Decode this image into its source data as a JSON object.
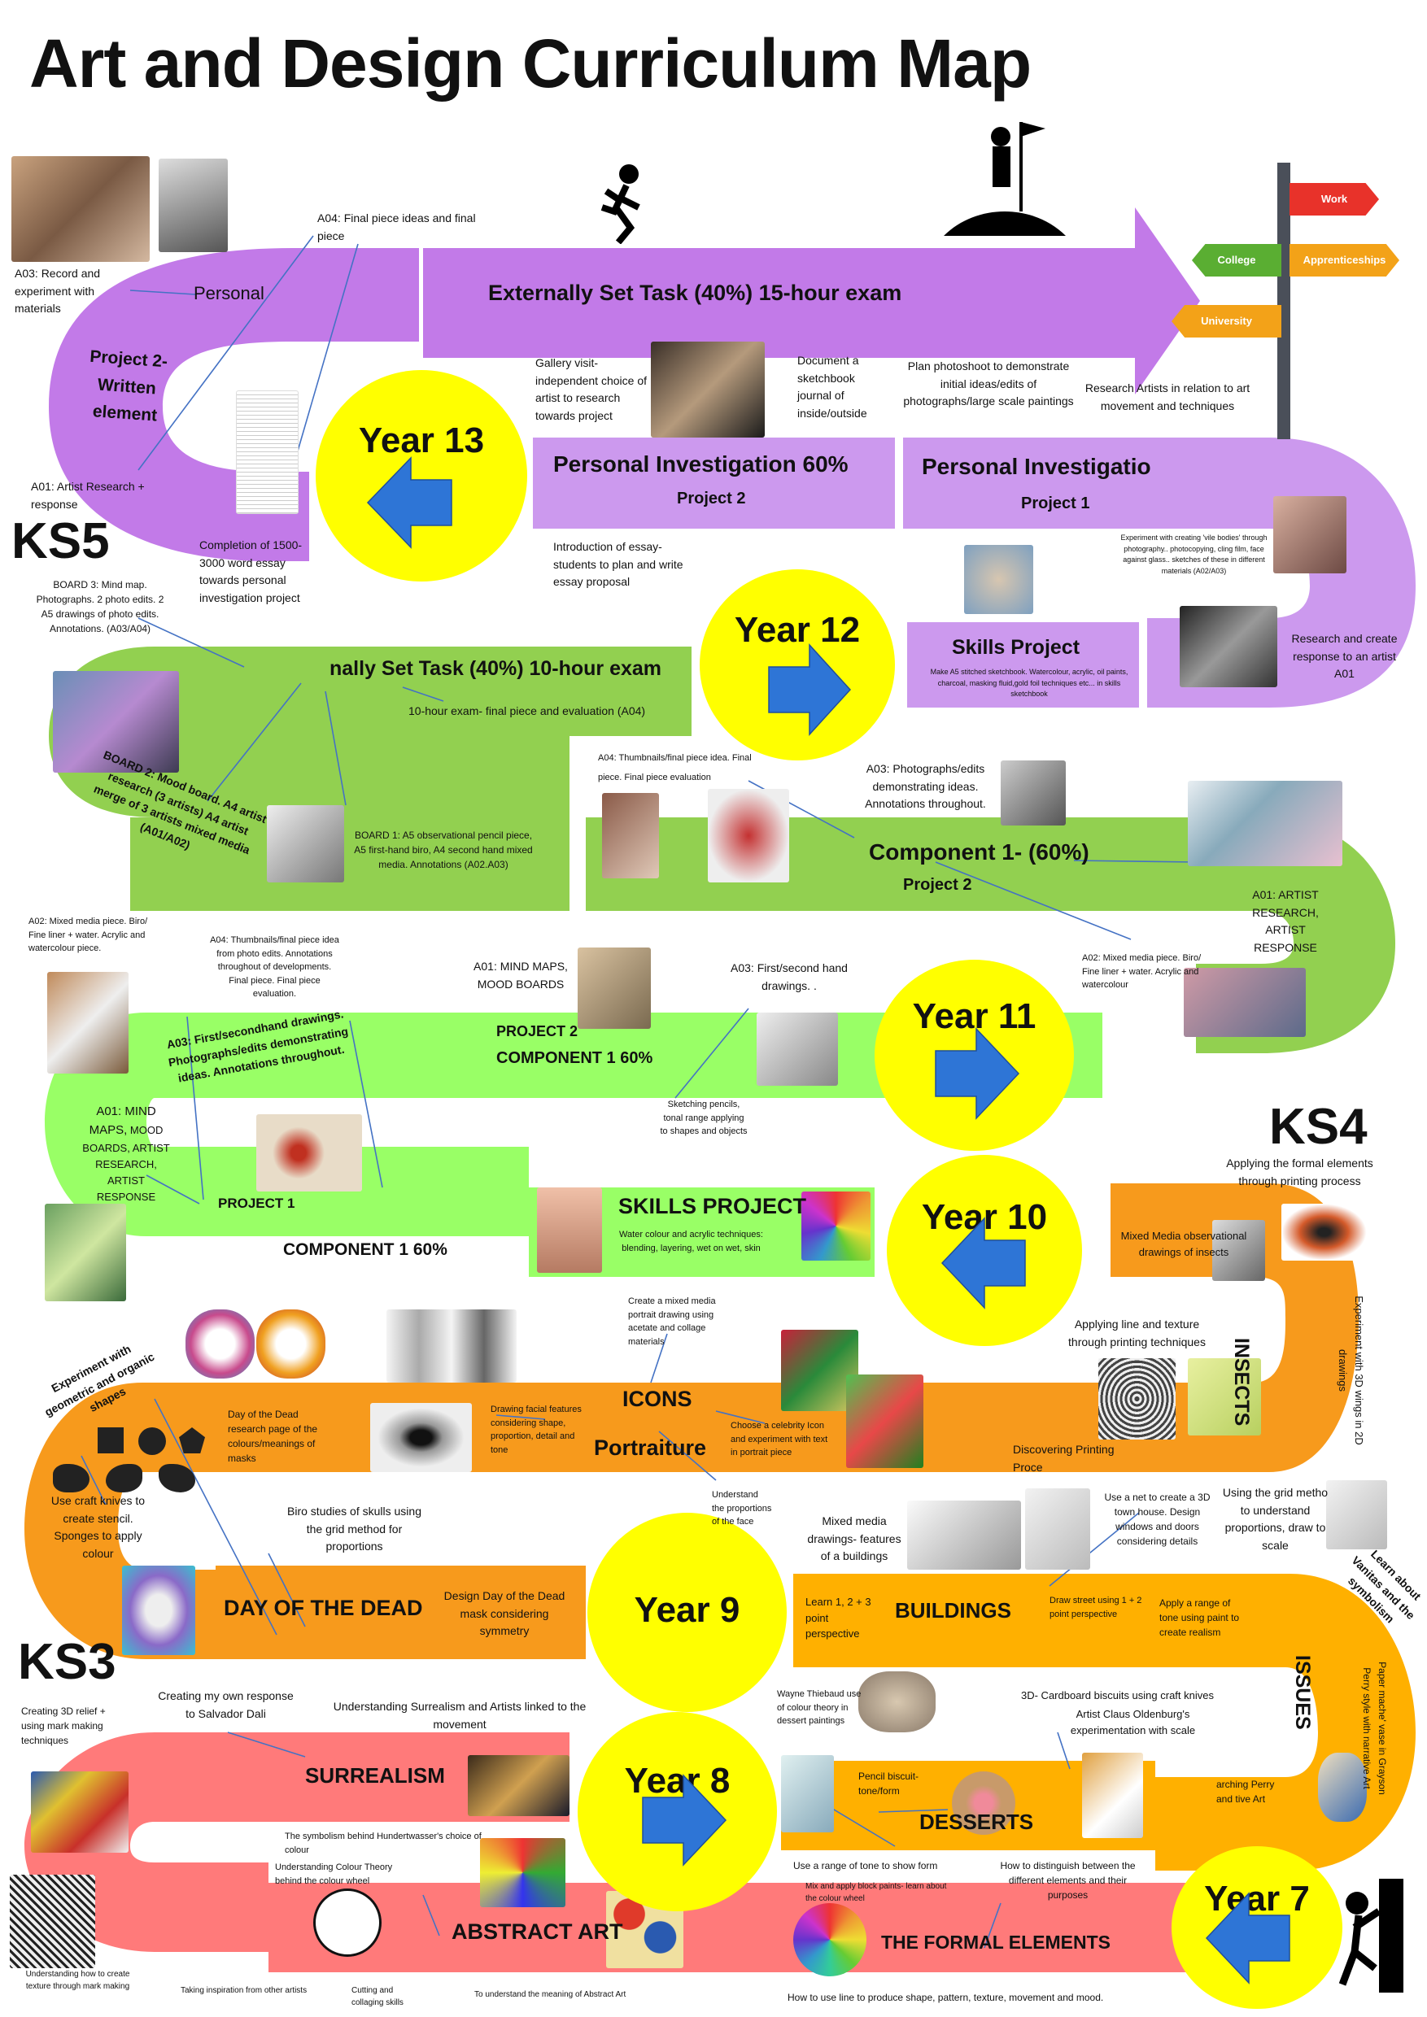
{
  "title": "Art and Design Curriculum Map",
  "key_stages": {
    "ks5": "KS5",
    "ks4": "KS4",
    "ks3": "KS3"
  },
  "years": {
    "y13": "Year 13",
    "y12": "Year 12",
    "y11": "Year 11",
    "y10": "Year 10",
    "y9": "Year 9",
    "y8": "Year 8",
    "y7": "Year 7"
  },
  "signpost": {
    "work": "Work",
    "college": "College",
    "apprenticeships": "Apprenticeships",
    "university": "University"
  },
  "colors": {
    "ks5": "#c27ae8",
    "ks5_light": "#cc99ee",
    "ks4": "#92d050",
    "ks4_light": "#99ff66",
    "ks3_orange": "#f79a1c",
    "ks3_light": "#ffb000",
    "ks3_pink": "#ff7a7a",
    "year_circle": "#ffff00",
    "arrow": "#2e75d6"
  },
  "y13": {
    "personal": "Personal",
    "est": "Externally Set Task (40%) 15-hour exam",
    "project2_written": "Project 2-\nWritten\nelement",
    "a04_final": "A04: Final piece ideas and final piece",
    "a03_record": "A03: Record and experiment with materials",
    "a01_research": "A01: Artist Research + response",
    "essay": "Completion of 1500-3000 word essay towards personal investigation project"
  },
  "y12": {
    "pi60": "Personal Investigation 60%",
    "pi60_sub": "Project 2",
    "pi": "Personal Investigatio",
    "pi_sub": "Project 1",
    "gallery": "Gallery visit- independent choice of artist to research towards project",
    "document": "Document a sketchbook journal of inside/outside",
    "photoshoot": "Plan photoshoot to demonstrate initial ideas/edits of photographs/large scale paintings",
    "research_movement": "Research Artists in relation to art movement and techniques",
    "essay_intro": "Introduction of essay- students to plan and write essay proposal",
    "experiment_vile": "Experiment with creating 'vile bodies' through photography.. photocopying, cling film, face against glass.. sketches of these in different materials (A02/A03)",
    "research_create": "Research and create response to an artist A01",
    "skills": "Skills Project",
    "skills_desc": "Make A5 stitched sketchbook. Watercolour, acrylic, oil paints, charcoal, masking fluid,gold foil techniques etc... in skills sketchbook",
    "board3": "BOARD 3: Mind map. Photographs. 2 photo edits. 2 A5 drawings of photo edits. Annotations. (A03/A04)"
  },
  "y11": {
    "est10": "nally Set Task (40%) 10-hour exam",
    "exam_final": "10-hour exam- final piece and evaluation (A04)",
    "board2": "BOARD 2: Mood board. A4 artist research (3 artists) A4 artist merge of 3 artists mixed media (A01/A02)",
    "board1": "BOARD 1: A5 observational pencil piece, A5 first-hand biro, A4 second hand mixed media. Annotations (A02.A03)",
    "a04_thumb": "A04: Thumbnails/final piece idea. Final piece. Final piece evaluation",
    "a03_photos": "A03: Photographs/edits demonstrating ideas. Annotations throughout.",
    "comp1": "Component 1- (60%)",
    "comp1_sub": "Project 2",
    "a01_artist": "A01: ARTIST RESEARCH, ARTIST RESPONSE",
    "a02_mixed_r": "A02: Mixed media piece. Biro/ Fine liner + water. Acrylic and watercolour"
  },
  "y10": {
    "a02_mixed_l": "A02: Mixed media piece. Biro/ Fine liner + water. Acrylic and watercolour piece.",
    "a04_thumb": "A04: Thumbnails/final piece idea from photo edits. Annotations throughout of developments. Final piece. Final piece evaluation.",
    "a01_mind": "A01: MIND MAPS, MOOD BOARDS",
    "a03_first": "A03: First/second hand drawings. .",
    "project2": "PROJECT 2",
    "comp1_60": "COMPONENT 1 60%",
    "a03_diag": "A03: First/secondhand drawings. Photographs/edits demonstrating ideas. Annotations throughout.",
    "a01_left_head": "A01: MIND MAPS,",
    "a01_left_rest": "MOOD BOARDS, ARTIST RESEARCH, ARTIST RESPONSE",
    "project1": "PROJECT 1",
    "comp1_60b": "COMPONENT  1 60%",
    "sketching": "Sketching pencils, tonal range applying to shapes and objects",
    "skills": "SKILLS PROJECT",
    "skills_desc": "Water colour and acrylic techniques: blending, layering, wet on wet, skin",
    "printing_process": "Applying the formal elements through printing process"
  },
  "y9": {
    "mixed_insects": "Mixed Media observational drawings of insects",
    "insects": "INSECTS",
    "experiment_3d": "Experiment with 3D wings in 2D drawings",
    "line_texture": "Applying line and texture through printing techniques",
    "discovering": "Discovering Printing Proce",
    "portrait_create": "Create a mixed media portrait drawing using acetate and collage materials",
    "icons": "ICONS",
    "portraiture": "Portraiture",
    "facial": "Drawing facial features considering shape, proportion, detail and tone",
    "celebrity": "Choose a celebrity Icon and experiment with text in portrait piece",
    "proportions": "Understand the proportions of the face",
    "geometric": "Experiment with geometric and organic shapes",
    "dotd_research": "Day of the Dead research page of the colours/meanings of masks",
    "craft_knives": "Use craft knives to create stencil. Sponges to apply colour",
    "biro_skulls": "Biro studies of skulls using the grid method for proportions",
    "dotd": "DAY OF THE DEAD",
    "dotd_mask": "Design Day of the Dead mask considering symmetry",
    "buildings_mixed": "Mixed media drawings- features of a buildings",
    "net": "Use a net to create a 3D town house. Design windows and doors considering details",
    "grid_method": "Using the grid metho to understand proportions, draw to scale",
    "vanitas": "Learn about Vanitas and the symbolism",
    "learn_perspective": "Learn 1, 2 + 3 point perspective",
    "buildings": "BUILDINGS",
    "draw_street": "Draw street using 1 + 2 point perspective",
    "apply_range": "Apply a range of tone using paint to create realism",
    "issues": "ISSUES",
    "vase": "Paper mache' vase in Grayson Perry style with narrative Art",
    "researching": "arching Perry and tive Art"
  },
  "y8": {
    "relief": "Creating 3D relief + using mark making techniques",
    "own_response": "Creating my own response to Salvador Dali",
    "surrealism_artists": "Understanding Surrealism and Artists linked to the movement",
    "surrealism": "SURREALISM",
    "thiebaud": "Wayne Thiebaud use of colour theory in dessert paintings",
    "biscuits": "3D- Cardboard biscuits using craft knives",
    "oldenburg": "Artist Claus Oldenburg's experimentation with scale",
    "pencil_biscuit": "Pencil biscuit- tone/form",
    "desserts": "DESSERTS",
    "hundertwasser": "The symbolism behind Hundertwasser's choice of colour",
    "colour_theory": "Understanding Colour Theory behind the colour wheel"
  },
  "y7": {
    "tone_shade": "Use a range of tone to show form",
    "distinguish": "How to distinguish between the different elements and their purposes",
    "block_paints": "Mix and apply block paints- learn about the colour wheel",
    "formal": "THE FORMAL ELEMENTS",
    "abstract": "ABSTRACT ART",
    "texture_mark": "Understanding how to create texture through mark making",
    "inspiration": "Taking inspiration from other artists",
    "collaging": "Cutting and collaging skills",
    "abstract_meaning": "To understand the meaning of Abstract Art",
    "line_shape": "How to use line to produce shape, pattern, texture, movement and mood."
  }
}
